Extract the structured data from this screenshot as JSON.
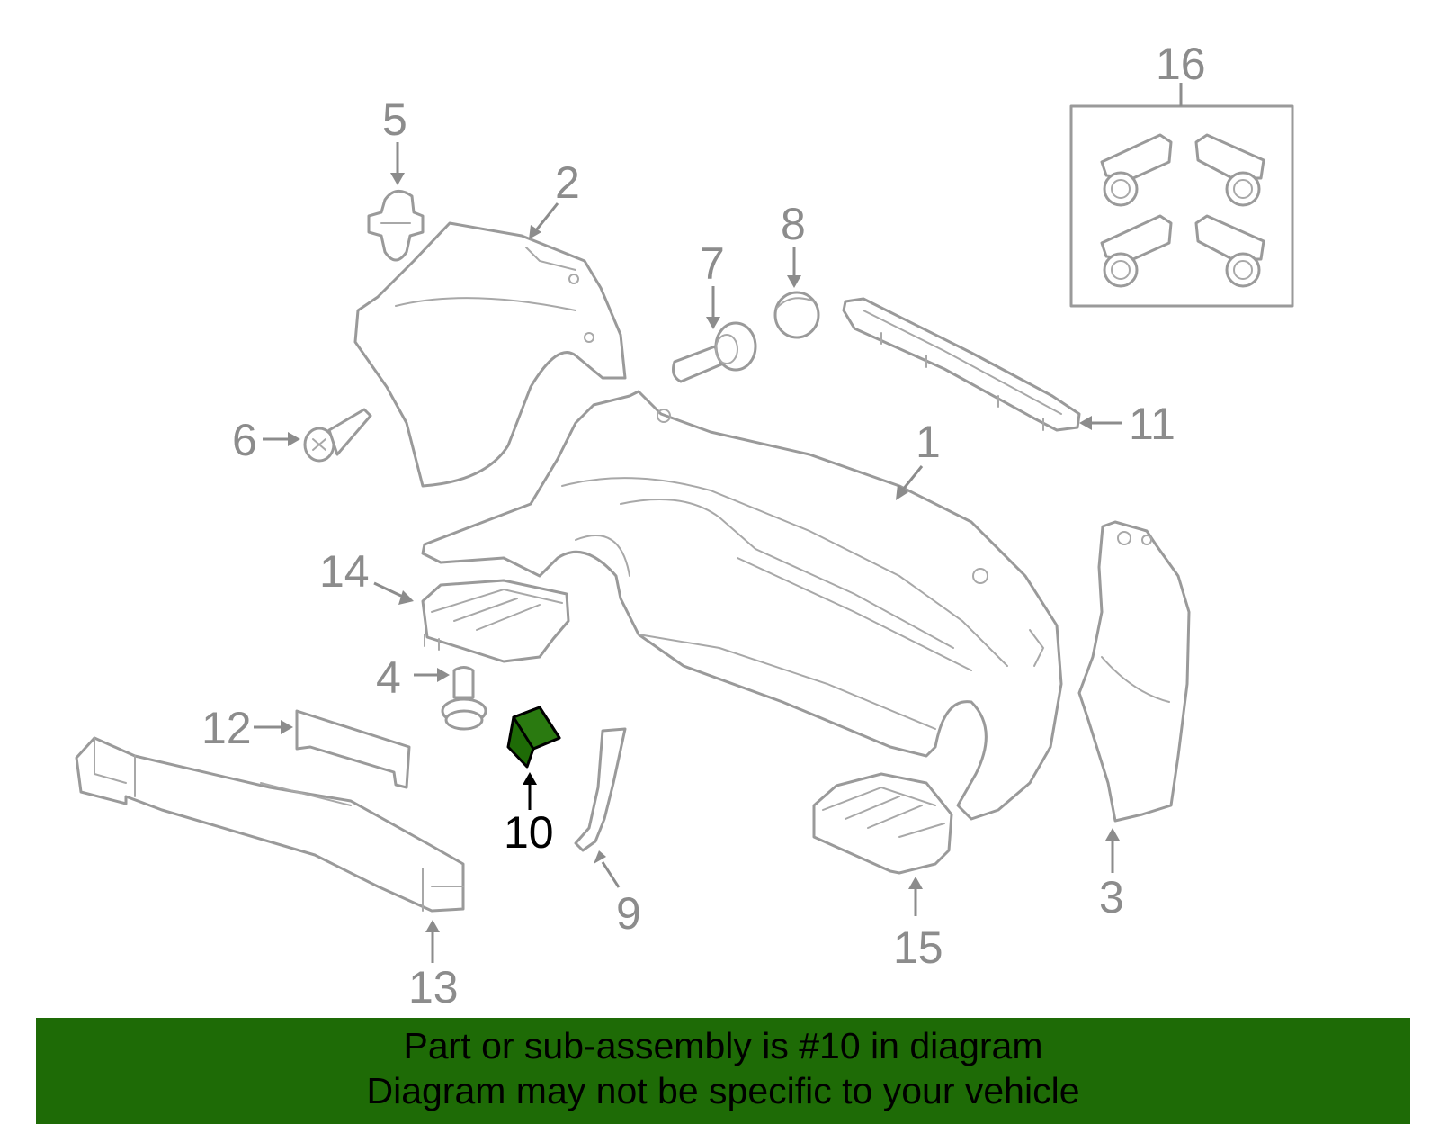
{
  "callouts": {
    "c1": "1",
    "c2": "2",
    "c3": "3",
    "c4": "4",
    "c5": "5",
    "c6": "6",
    "c7": "7",
    "c8": "8",
    "c9": "9",
    "c10": "10",
    "c11": "11",
    "c12": "12",
    "c13": "13",
    "c14": "14",
    "c15": "15",
    "c16": "16"
  },
  "highlight": {
    "part_number": "10",
    "fill_color": "#1e6b06"
  },
  "banner": {
    "line1": "Part or sub-assembly is #10 in diagram",
    "line2": "Diagram may not be specific to your vehicle",
    "background": "#1e6b06"
  },
  "colors": {
    "line_art": "#9a9a9a",
    "callout_text": "#8c8c8c",
    "highlight_text": "#000000"
  }
}
